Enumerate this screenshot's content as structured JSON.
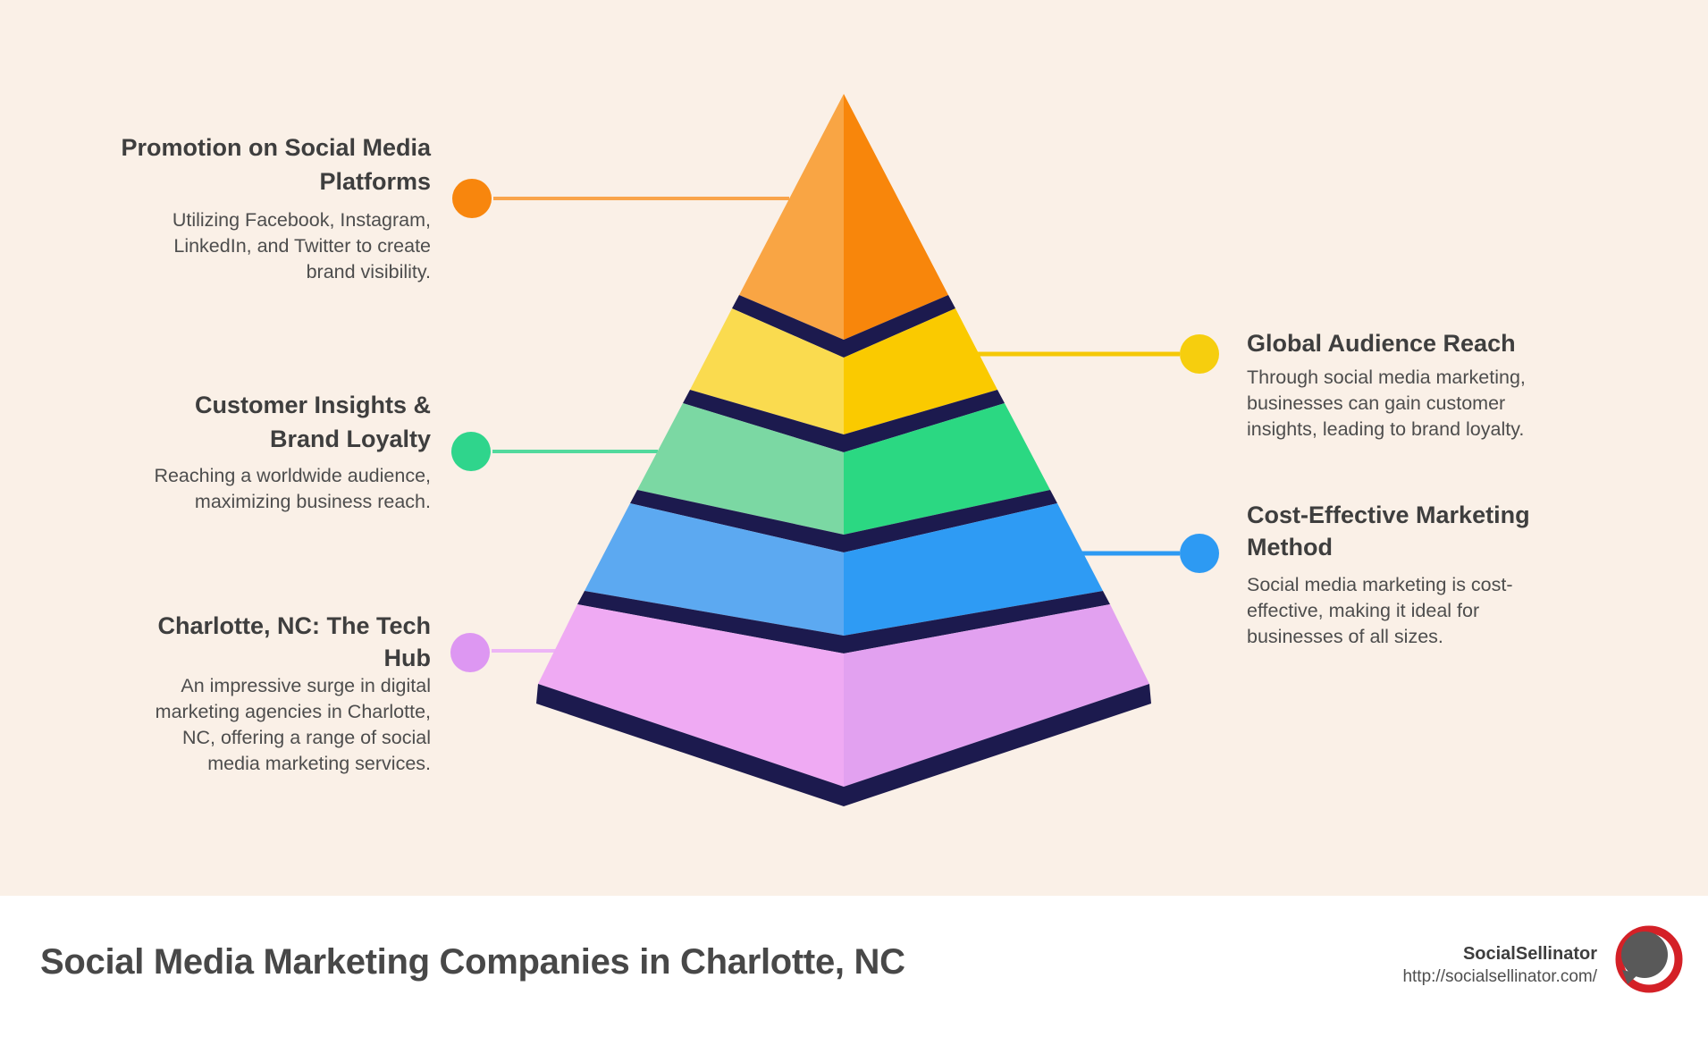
{
  "colors": {
    "background": "#FAF0E7",
    "footer_background": "#FFFFFF",
    "separator_navy": "#1C1A4E",
    "heading_text": "#3E3E3E",
    "body_text": "#4D4D4D",
    "title_text": "#484848"
  },
  "callouts": [
    {
      "id": "promotion-on-social-media",
      "side": "left",
      "title_lines": [
        "Promotion on Social Media",
        "Platforms"
      ],
      "body_lines": [
        "Utilizing Facebook, Instagram,",
        "LinkedIn, and Twitter to create",
        "brand visibility."
      ],
      "dot_color": "#F8860D",
      "line_color": "#F9A44B"
    },
    {
      "id": "customer-insights-brand-loyalty",
      "side": "left",
      "title_lines": [
        "Customer Insights &",
        "Brand Loyalty"
      ],
      "body_lines": [
        "Reaching a worldwide audience,",
        "maximizing business reach."
      ],
      "dot_color": "#2FD58C",
      "line_color": "#52D99D"
    },
    {
      "id": "charlotte-nc-tech-hub",
      "side": "left",
      "title_lines": [
        "Charlotte, NC: The Tech",
        "Hub"
      ],
      "body_lines": [
        "An impressive surge in digital",
        "marketing agencies in Charlotte,",
        "NC, offering a range of social",
        "media marketing services."
      ],
      "dot_color": "#DD97F2",
      "line_color": "#EDB5F6"
    },
    {
      "id": "global-audience-reach",
      "side": "right",
      "title_lines": [
        "Global Audience Reach"
      ],
      "body_lines": [
        "Through social media marketing,",
        "businesses can gain customer",
        "insights, leading to brand loyalty."
      ],
      "dot_color": "#F6CE0E",
      "line_color": "#F5C808"
    },
    {
      "id": "cost-effective-marketing",
      "side": "right",
      "title_lines": [
        "Cost-Effective Marketing",
        "Method"
      ],
      "body_lines": [
        "Social media marketing is cost-",
        "effective, making it ideal for",
        "businesses of all sizes."
      ],
      "dot_color": "#2D9AF3",
      "line_color": "#2D9AF3"
    }
  ],
  "pyramid": {
    "separator_color": "#1C1A4E",
    "layers": [
      {
        "name": "tier-1-top",
        "left_color": "#F9A544",
        "right_color": "#F8860B"
      },
      {
        "name": "tier-2",
        "left_color": "#FADB4F",
        "right_color": "#FACA00"
      },
      {
        "name": "tier-3",
        "left_color": "#7BD8A3",
        "right_color": "#2BD882"
      },
      {
        "name": "tier-4",
        "left_color": "#5CA9F1",
        "right_color": "#2E9BF4"
      },
      {
        "name": "tier-5-base",
        "left_color": "#EFAAF3",
        "right_color": "#E2A1F0"
      }
    ]
  },
  "footer": {
    "title": "Social Media Marketing Companies in Charlotte, NC",
    "brand_name": "SocialSellinator",
    "brand_url": "http://socialsellinator.com/",
    "logo": {
      "ring_color": "#D42127",
      "bubble_color": "#595959"
    }
  }
}
